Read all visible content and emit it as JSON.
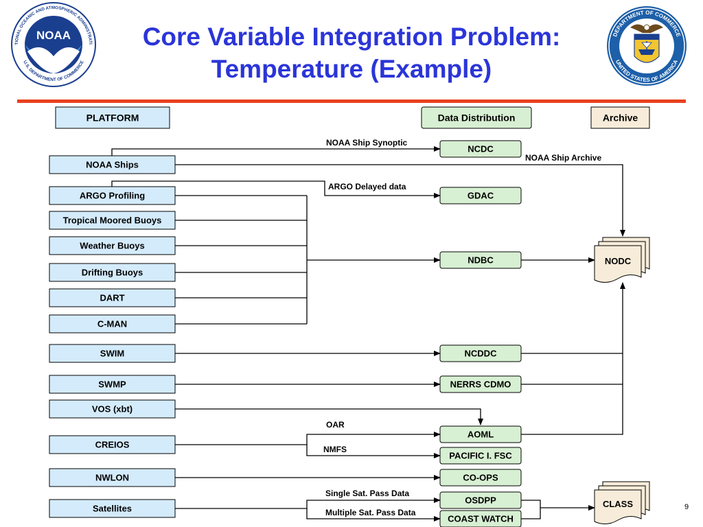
{
  "slide": {
    "title_line1": "Core Variable Integration Problem:",
    "title_line2": "Temperature (Example)",
    "page_number": "9",
    "accent_color": "#e8421f",
    "title_color": "#2b35d8"
  },
  "logos": {
    "noaa": {
      "center_text": "NOAA",
      "ring_text_top": "NATIONAL OCEANIC AND ATMOSPHERIC ADMINISTRATION",
      "ring_text_bottom": "U.S. DEPARTMENT OF COMMERCE"
    },
    "commerce": {
      "ring_text_top": "DEPARTMENT OF COMMERCE",
      "ring_text_bottom": "UNITED STATES OF AMERICA"
    }
  },
  "headers": {
    "platform": "PLATFORM",
    "distribution": "Data Distribution",
    "archive": "Archive"
  },
  "platforms": {
    "noaa_ships": "NOAA Ships",
    "argo": "ARGO Profiling",
    "tropical": "Tropical Moored Buoys",
    "weather": "Weather Buoys",
    "drifting": "Drifting Buoys",
    "dart": "DART",
    "cman": "C-MAN",
    "swim": "SWIM",
    "swmp": "SWMP",
    "vos": "VOS (xbt)",
    "creios": "CREIOS",
    "nwlon": "NWLON",
    "satellites": "Satellites"
  },
  "centers": {
    "ncdc": "NCDC",
    "gdac": "GDAC",
    "ndbc": "NDBC",
    "ncddc": "NCDDC",
    "nerrs": "NERRS CDMO",
    "aoml": "AOML",
    "pacific": "PACIFIC I. FSC",
    "coops": "CO-OPS",
    "osdpp": "OSDPP",
    "coastwatch": "COAST WATCH"
  },
  "archives": {
    "nodc": "NODC",
    "class": "CLASS"
  },
  "flow_labels": {
    "ship_synoptic": "NOAA Ship Synoptic",
    "ship_archive": "NOAA Ship Archive",
    "argo_delayed": "ARGO Delayed data",
    "oar": "OAR",
    "nmfs": "NMFS",
    "single_pass": "Single Sat. Pass Data",
    "multi_pass": "Multiple Sat. Pass Data"
  }
}
